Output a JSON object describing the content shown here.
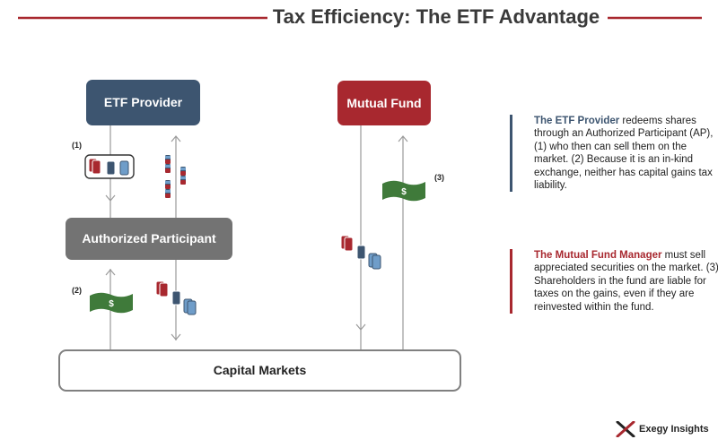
{
  "title": "Tax Efficiency: The ETF Advantage",
  "nodes": {
    "etf_provider": "ETF Provider",
    "mutual_fund": "Mutual Fund",
    "authorized_participant": "Authorized Participant",
    "capital_markets": "Capital Markets"
  },
  "markers": {
    "m1": "(1)",
    "m2": "(2)",
    "m3": "(3)"
  },
  "currency_symbol": "$",
  "sidebar": {
    "etf": {
      "highlight": "The ETF Provider",
      "text": " redeems shares through an Authorized Participant (AP), (1) who then can sell them on the market. (2) Because it is an in-kind exchange, neither has capital gains tax liability."
    },
    "mutual_fund": {
      "highlight": "The Mutual Fund Manager",
      "text": " must sell appreciated securities on the market. (3) Shareholders in the fund are liable for taxes on the gains, even if they are reinvested within the fund."
    }
  },
  "brand": "Exegy Insights",
  "colors": {
    "accent_red": "#a8282f",
    "navy": "#3d5570",
    "gray": "#737373",
    "money_green": "#3f7a3a",
    "light_blue": "#6f9dc9"
  }
}
